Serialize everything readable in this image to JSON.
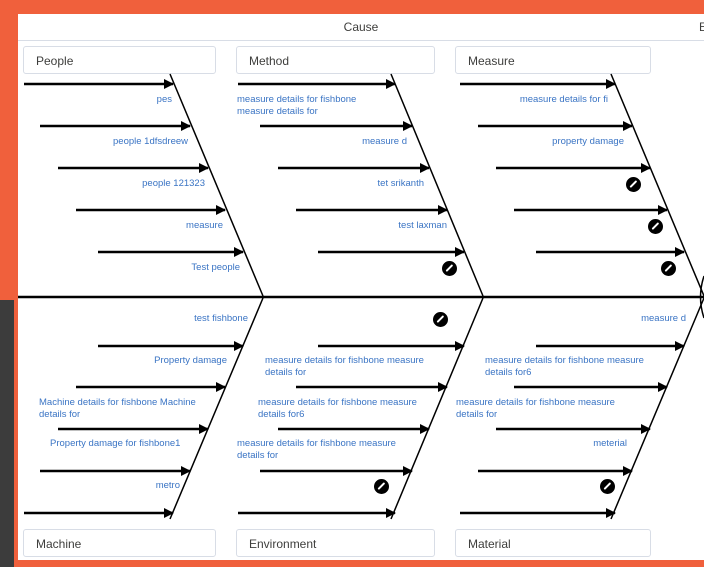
{
  "header": {
    "title": "Cause",
    "effect_stub": "E"
  },
  "categories": {
    "people": "People",
    "method": "Method",
    "measure": "Measure",
    "machine": "Machine",
    "environment": "Environment",
    "material": "Material"
  },
  "causes": {
    "people": [
      "pes",
      "people 1dfsdreew",
      "people 121323",
      "measure",
      "Test people"
    ],
    "method": [
      "measure details for fishbone measure details for",
      "measure d",
      "tet srikanth",
      "test laxman"
    ],
    "measure": [
      "measure details for fi",
      "property damage"
    ],
    "machine": [
      "test fishbone",
      "Property damage",
      "Machine details for fishbone Machine details for",
      "Property damage for fishbone1",
      "metro"
    ],
    "environment": [
      "measure details for fishbone measure details for",
      "measure details for fishbone measure details for6",
      "measure details for fishbone measure details for"
    ],
    "material": [
      "measure d",
      "measure details for fishbone measure details for6",
      "measure details for fishbone measure details for",
      "meterial"
    ]
  },
  "icons": {
    "edit": "pencil-edit-icon"
  },
  "colors": {
    "frame": "#f0603c",
    "label": "#3a74c4",
    "lines": "#000000"
  }
}
